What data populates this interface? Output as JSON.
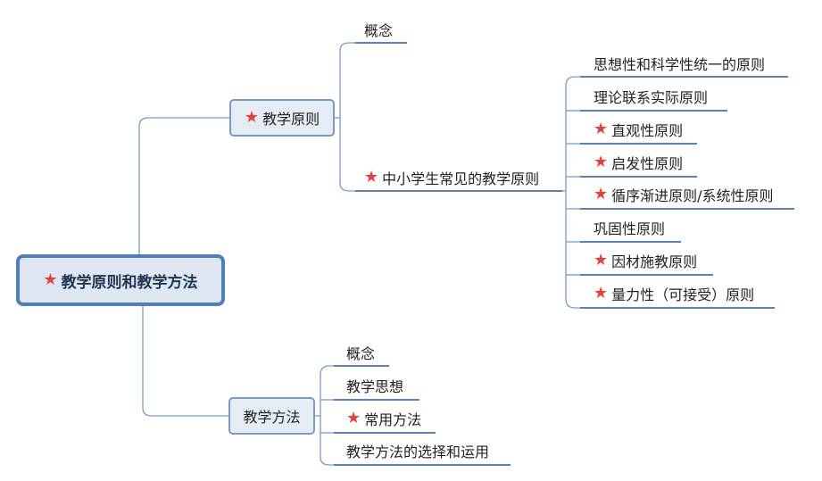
{
  "root": {
    "label": "教学原则和教学方法",
    "starred": true
  },
  "branch_principles": {
    "label": "教学原则",
    "starred": true,
    "children": {
      "concept": "概念",
      "common": {
        "label": "中小学生常见的教学原则",
        "starred": true,
        "items": [
          {
            "label": "思想性和科学性统一的原则",
            "starred": false
          },
          {
            "label": "理论联系实际原则",
            "starred": false
          },
          {
            "label": "直观性原则",
            "starred": true
          },
          {
            "label": "启发性原则",
            "starred": true
          },
          {
            "label": "循序渐进原则/系统性原则",
            "starred": true
          },
          {
            "label": "巩固性原则",
            "starred": false
          },
          {
            "label": "因材施教原则",
            "starred": true
          },
          {
            "label": "量力性（可接受）原则",
            "starred": true
          }
        ]
      }
    }
  },
  "branch_methods": {
    "label": "教学方法",
    "starred": false,
    "items": [
      {
        "label": "概念",
        "starred": false
      },
      {
        "label": "教学思想",
        "starred": false
      },
      {
        "label": "常用方法",
        "starred": true
      },
      {
        "label": "教学方法的选择和运用",
        "starred": false
      }
    ]
  },
  "colors": {
    "star": "#e0433e",
    "line": "#5b82b2",
    "node_fill": "#e6ecf4"
  }
}
